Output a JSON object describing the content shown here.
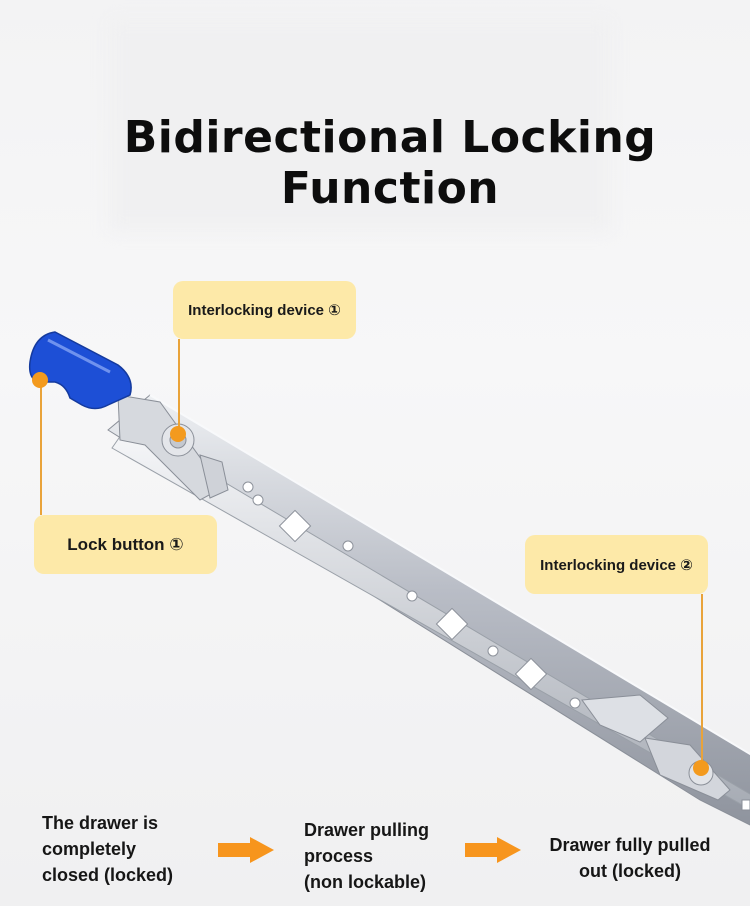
{
  "title": "Bidirectional Locking Function",
  "callouts": {
    "interlocking_1": "Interlocking device ①",
    "lock_button": "Lock button ①",
    "interlocking_2": "Interlocking device ②"
  },
  "steps": [
    "The drawer is\ncompletely\nclosed (locked)",
    "Drawer pulling\n process\n(non lockable)",
    "Drawer fully pulled\nout (locked)"
  ],
  "colors": {
    "callout_bg": "#fde9a8",
    "accent_orange": "#f39a1e",
    "lock_button_blue": "#1d4fd6",
    "rail_steel": "#c9ccd3"
  }
}
